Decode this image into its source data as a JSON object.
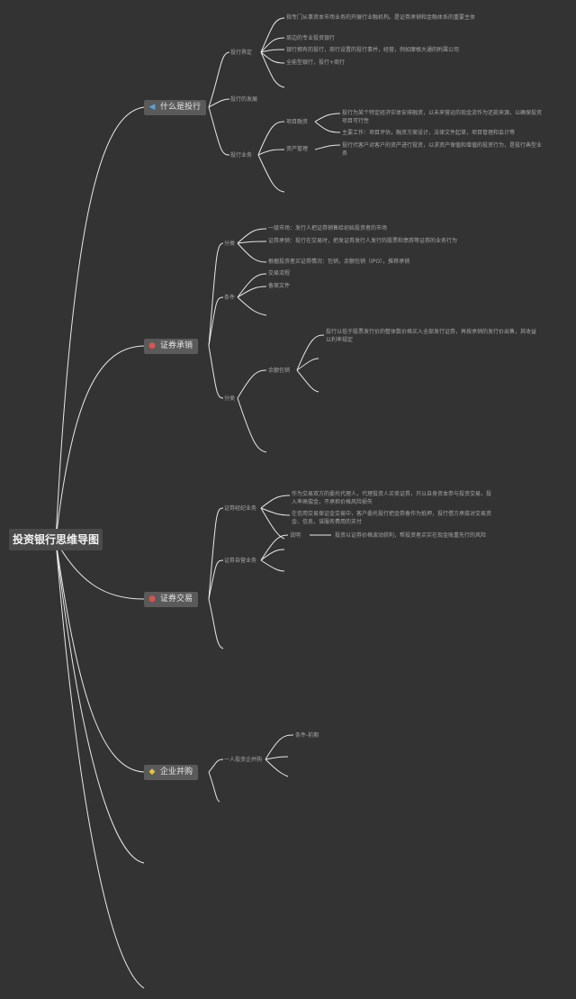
{
  "root": "投资银行思维导图",
  "colors": {
    "background": "#333333",
    "lines": "#e8e8e8",
    "topic": "#5a5a5a",
    "text": "#a6a6a6"
  },
  "topics": [
    {
      "label": "什么是投行",
      "icon": "triangle-icon",
      "icon_color": "#5aa0d8",
      "children": [
        {
          "label": "投行界定",
          "items": [
            "指专门从事资本市场业务的开展行业融机构。是证券承销和金融体系的重要主体",
            "周边的专业投资银行",
            "银行拥有的投行，商行设置的投行事并，经营，例如摩根大通的附属公司",
            "全能型银行，投行+商行"
          ]
        },
        {
          "label": "投行的发展",
          "items": []
        },
        {
          "label": "投行业务",
          "items": [],
          "subs": [
            {
              "label": "项目融资",
              "items": [
                "投行为某个特定经济实体安排融资，以未来营运的现金流作为还款来源，以确保投资项目可行性",
                "主要工作：项目评估，融资方案设计，法律文件起草，项目管理和会计等"
              ]
            },
            {
              "label": "资产管理",
              "items": [
                "投行代客户对客户的资产进行投资，以求资产保值和增值的投资行为，是投行典型业务"
              ]
            }
          ]
        }
      ]
    },
    {
      "label": "证券承销",
      "icon": "circle-icon",
      "icon_color": "#d9534f",
      "children": [
        {
          "label": "分类",
          "items": [
            "一级市场：发行人把证券销售给初始投资者的市场",
            "证券承销：投行在交易时，把发证券发行人发行的股票和债券等证券的业务行为",
            "根据投资者买证券情况：包销，余额包销（IPO），推荐承销"
          ]
        },
        {
          "label": "条件",
          "items": [
            "交易流程",
            "备案文件"
          ]
        },
        {
          "label": "分类",
          "items": [],
          "subs": [
            {
              "label": "余额包销",
              "items": [
                "投行以低于股票发行价的整体数价格买入全部发行证券，再按承销的发行价出售，其收益以利率规定"
              ]
            }
          ]
        }
      ]
    },
    {
      "label": "证券交易",
      "icon": "circle-icon",
      "icon_color": "#d9534f",
      "children": [
        {
          "label": "证券经纪业务",
          "items": [
            "作为交易双方的委托代理人，代理投资人买卖证券，只以自身资本参与投资交易，投入率高偿金，不承担价格风险损失",
            "在信用交易保证金交易中，客户委托投行把金券备作为抵押，投行借方承接对交易资金、信息，该服务费用的支付"
          ]
        },
        {
          "label": "证券自营业务",
          "items": [],
          "subs": [
            {
              "label": "说明",
              "items": [
                "投资以证券价格波动获利，帮投资者买实在现金账重先行的风险"
              ]
            }
          ]
        }
      ]
    },
    {
      "label": "企业并购",
      "icon": "diamond-icon",
      "icon_color": "#e8c53a",
      "children": [
        {
          "label": "一人投资企并购",
          "items": [
            "条件-前期"
          ]
        }
      ]
    }
  ]
}
